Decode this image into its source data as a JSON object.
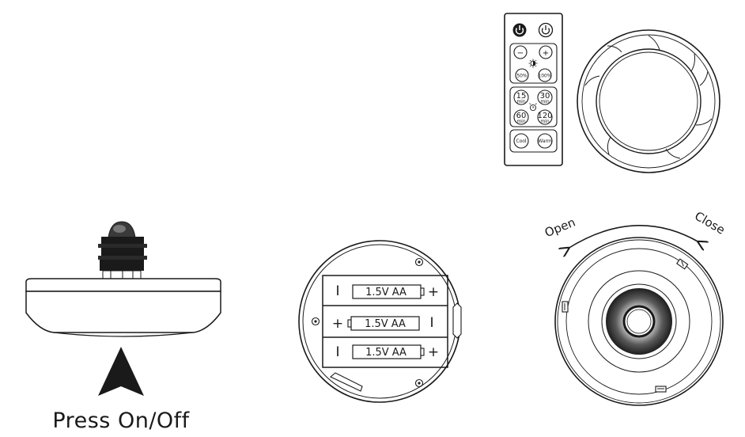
{
  "remote": {
    "buttons": {
      "power_off": "",
      "power_on": "",
      "minus": "−",
      "plus": "+",
      "pct_50": "50%",
      "pct_100": "100%",
      "t15": "15",
      "t30": "30",
      "t60": "60",
      "t120": "120",
      "min_unit": "min",
      "cool": "Cool",
      "warm": "Warm"
    }
  },
  "light_side": {
    "caption": "Press On/Off"
  },
  "battery_compartment": {
    "batteries": [
      {
        "label": "1.5V  AA",
        "left_sign": "I",
        "right_sign": "+"
      },
      {
        "label": "1.5V  AA",
        "left_sign": "+",
        "right_sign": "I"
      },
      {
        "label": "1.5V  AA",
        "left_sign": "I",
        "right_sign": "+"
      }
    ]
  },
  "mount_plate": {
    "open_label": "Open",
    "close_label": "Close"
  }
}
